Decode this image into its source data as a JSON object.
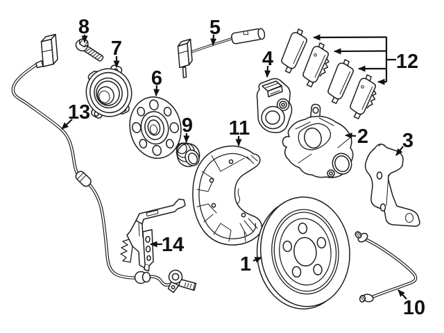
{
  "diagram": {
    "description": "Exploded parts diagram of rear disc brake components",
    "background_color": "#ffffff",
    "line_color": "#1c1c1c",
    "label_color": "#111111",
    "callouts": [
      {
        "label": "1",
        "part_name": "brake-rotor"
      },
      {
        "label": "2",
        "part_name": "brake-caliper"
      },
      {
        "label": "3",
        "part_name": "caliper-mount-bracket"
      },
      {
        "label": "4",
        "part_name": "parking-brake-actuator"
      },
      {
        "label": "5",
        "part_name": "brake-pad-wear-sensor"
      },
      {
        "label": "6",
        "part_name": "wheel-hub"
      },
      {
        "label": "7",
        "part_name": "wheel-bearing"
      },
      {
        "label": "8",
        "part_name": "hub-bolt"
      },
      {
        "label": "9",
        "part_name": "dust-cap"
      },
      {
        "label": "10",
        "part_name": "brake-hose"
      },
      {
        "label": "11",
        "part_name": "splash-shield"
      },
      {
        "label": "12",
        "part_name": "brake-pad-set"
      },
      {
        "label": "13",
        "part_name": "abs-wheel-speed-sensor"
      },
      {
        "label": "14",
        "part_name": "sensor-mount-bracket"
      }
    ]
  }
}
